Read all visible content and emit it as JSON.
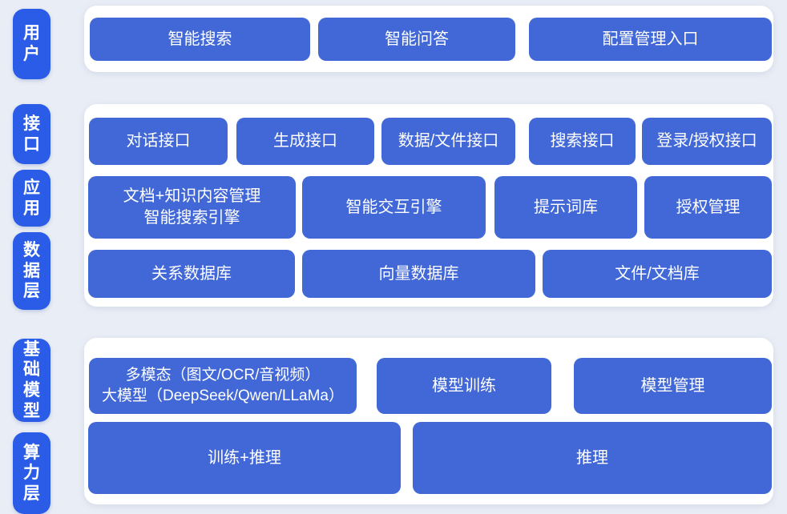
{
  "diagram": {
    "kind": "layered-architecture",
    "language": "zh-CN"
  },
  "colors": {
    "background": "#e9edf5",
    "panel": "#ffffff",
    "layer_chip_blue": "#2a5ce8",
    "block_blue": "#4168d6",
    "text_white": "#ffffff"
  },
  "layers": [
    {
      "id": "user",
      "label": "用户"
    },
    {
      "id": "interface",
      "label": "接口"
    },
    {
      "id": "application",
      "label": "应用"
    },
    {
      "id": "data",
      "label": "数据层"
    },
    {
      "id": "base_model",
      "label": "基础模型"
    },
    {
      "id": "compute",
      "label": "算力层"
    }
  ],
  "rows": {
    "user": [
      "智能搜索",
      "智能问答",
      "配置管理入口"
    ],
    "interface": [
      "对话接口",
      "生成接口",
      "数据/文件接口",
      "搜索接口",
      "登录/授权接口"
    ],
    "application": [
      "文档+知识内容管理\n智能搜索引擎",
      "智能交互引擎",
      "提示词库",
      "授权管理"
    ],
    "data": [
      "关系数据库",
      "向量数据库",
      "文件/文档库"
    ],
    "base_model": [
      "多模态（图文/OCR/音视频）\n大模型（DeepSeek/Qwen/LLaMa）",
      "模型训练",
      "模型管理"
    ],
    "compute": [
      "训练+推理",
      "推理"
    ]
  }
}
